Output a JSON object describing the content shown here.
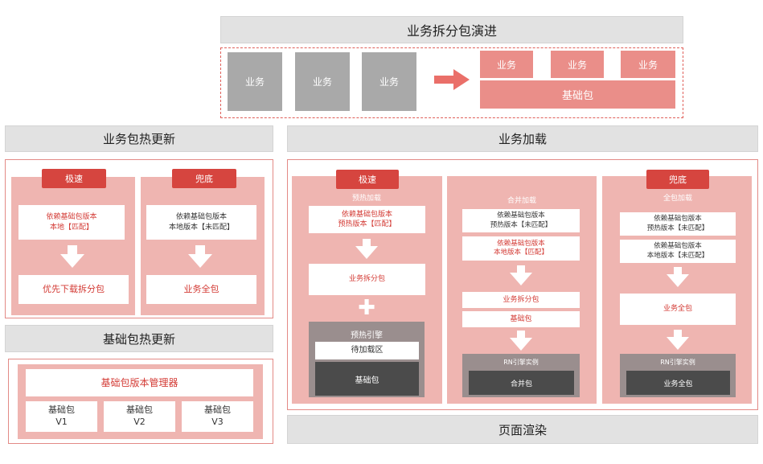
{
  "top": {
    "title": "业务拆分包演进",
    "gray_blocks": [
      "业务",
      "业务",
      "业务"
    ],
    "pink_blocks": [
      "业务",
      "业务",
      "业务"
    ],
    "base": "基础包"
  },
  "left_top": {
    "title": "业务包热更新",
    "col1": {
      "tab": "极速",
      "info_line1": "依赖基础包版本",
      "info_line2": "本地【匹配】",
      "result": "优先下载拆分包"
    },
    "col2": {
      "tab": "兜底",
      "info_line1": "依赖基础包版本",
      "info_line2": "本地版本【未匹配】",
      "result": "业务全包"
    }
  },
  "left_bottom": {
    "title": "基础包热更新",
    "manager": "基础包版本管理器",
    "versions": [
      {
        "name": "基础包",
        "ver": "V1"
      },
      {
        "name": "基础包",
        "ver": "V2"
      },
      {
        "name": "基础包",
        "ver": "V3"
      }
    ]
  },
  "right": {
    "title": "业务加载",
    "col1": {
      "tab": "极速",
      "subtitle": "预热加载",
      "info_line1": "依赖基础包版本",
      "info_line2": "预热版本【匹配】",
      "split": "业务拆分包",
      "plus": "✚",
      "engine": "预热引擎",
      "pending": "待加载区",
      "base": "基础包"
    },
    "col2": {
      "subtitle": "合并加载",
      "info1_line1": "依赖基础包版本",
      "info1_line2": "预热版本【未匹配】",
      "info2_line1": "依赖基础包版本",
      "info2_line2": "本地版本【匹配】",
      "split": "业务拆分包",
      "base": "基础包",
      "rn": "RN引擎实例",
      "merged": "合并包"
    },
    "col3": {
      "tab": "兜底",
      "subtitle": "全包加载",
      "info1_line1": "依赖基础包版本",
      "info1_line2": "预热版本【未匹配】",
      "info2_line1": "依赖基础包版本",
      "info2_line2": "本地版本【未匹配】",
      "full": "业务全包",
      "rn": "RN引擎实例",
      "full_dark": "业务全包"
    },
    "footer": "页面渲染"
  },
  "colors": {
    "accent_red": "#d6453f",
    "pink": "#ea8e89",
    "panel_pink": "#efb5b1",
    "gray": "#a9a9a9",
    "dark": "#4b4b4b"
  }
}
